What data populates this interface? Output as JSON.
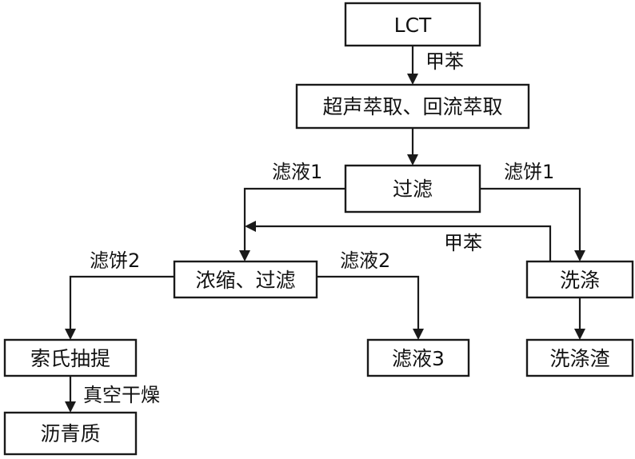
{
  "nodes": {
    "lct": "LCT",
    "extraction": "超声萃取、回流萃取",
    "filtration1": "过滤",
    "concentrate_filter": "浓缩、过滤",
    "washing": "洗涤",
    "soxhlet": "索氏抽提",
    "filtrate3": "滤液3",
    "wash_residue": "洗涤渣",
    "asphaltene": "沥青质"
  },
  "edges": {
    "toluene_in": "甲苯",
    "filtrate1": "滤液1",
    "filter_cake1": "滤饼1",
    "toluene_recycle": "甲苯",
    "filter_cake2": "滤饼2",
    "filtrate2": "滤液2",
    "vacuum_dry": "真空干燥"
  }
}
